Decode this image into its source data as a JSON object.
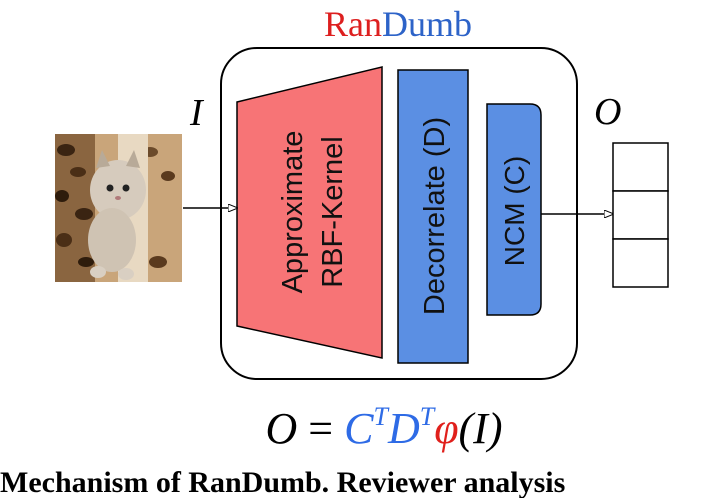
{
  "title": {
    "part1": "Ran",
    "part2": "Dumb"
  },
  "labels": {
    "input": "I",
    "output": "O",
    "kernel_line1": "Approximate",
    "kernel_line2": "RBF-Kernel",
    "decorrelate": "Decorrelate (D)",
    "ncm": "NCM (C)"
  },
  "formula": {
    "lhs": "O",
    "eq": " = ",
    "c": "C",
    "c_sup": "T",
    "d": "D",
    "d_sup": "T",
    "phi": "φ",
    "arg": "(I)"
  },
  "caption": "Mechanism of RanDumb. Reviewer analysis",
  "colors": {
    "title_red": "#dd1f1f",
    "title_blue": "#2d63c8",
    "kernel_fill": "#f77476",
    "block_fill": "#5b8fe3",
    "formula_blue": "#2e6be6",
    "formula_red": "#e0201c"
  },
  "icons": {
    "input_image": "kitten-photo"
  }
}
